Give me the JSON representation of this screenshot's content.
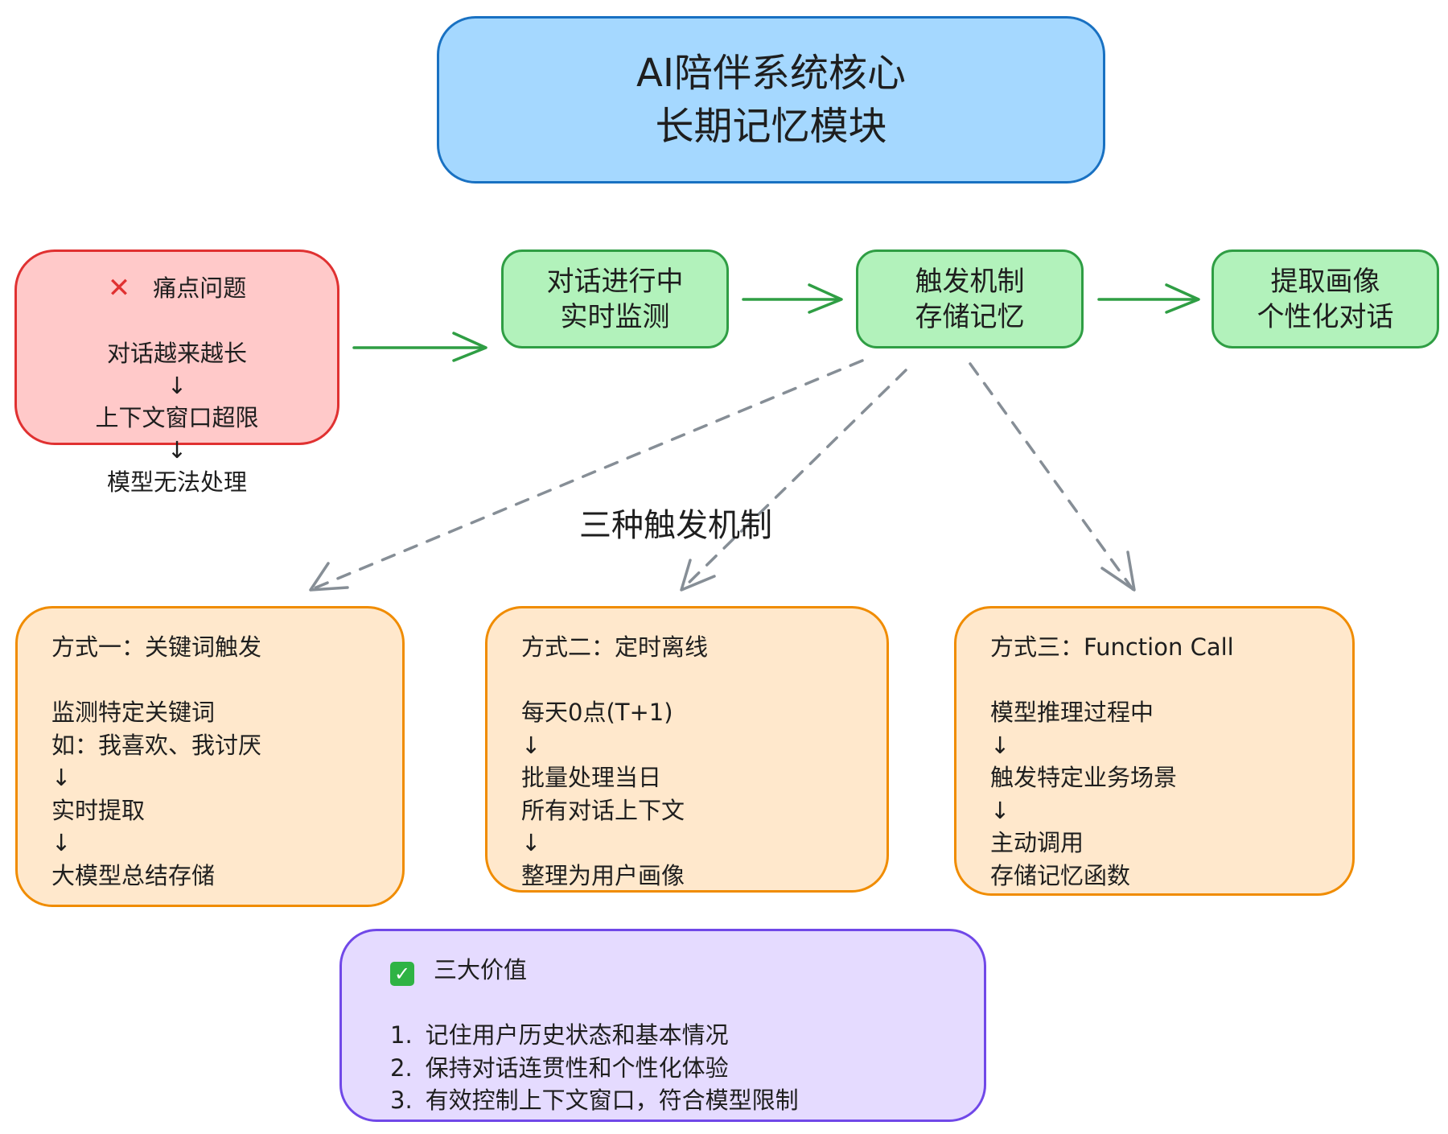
{
  "title": {
    "line1": "AI陪伴系统核心",
    "line2": "长期记忆模块"
  },
  "pain": {
    "heading": "痛点问题",
    "icon": "cross-mark-icon",
    "lines": [
      "对话越来越长",
      "↓",
      "上下文窗口超限",
      "↓",
      "模型无法处理"
    ]
  },
  "flow": [
    {
      "line1": "对话进行中",
      "line2": "实时监测"
    },
    {
      "line1": "触发机制",
      "line2": "存储记忆"
    },
    {
      "line1": "提取画像",
      "line2": "个性化对话"
    }
  ],
  "mechanisms_label": "三种触发机制",
  "methods": [
    {
      "title": "方式一：关键词触发",
      "lines": [
        "监测特定关键词",
        "如：我喜欢、我讨厌",
        "↓",
        "实时提取",
        "↓",
        "大模型总结存储"
      ]
    },
    {
      "title": "方式二：定时离线",
      "lines": [
        "每天0点(T+1)",
        "↓",
        "批量处理当日",
        "所有对话上下文",
        "↓",
        "整理为用户画像"
      ]
    },
    {
      "title": "方式三：Function Call",
      "lines": [
        "模型推理过程中",
        "↓",
        "触发特定业务场景",
        "↓",
        "主动调用",
        "存储记忆函数"
      ]
    }
  ],
  "values": {
    "heading": "三大价值",
    "icon": "check-mark-icon",
    "items": [
      {
        "num": "1.",
        "text": "记住用户历史状态和基本情况"
      },
      {
        "num": "2.",
        "text": "保持对话连贯性和个性化体验"
      },
      {
        "num": "3.",
        "text": "有效控制上下文窗口，符合模型限制"
      }
    ]
  },
  "colors": {
    "title_fill": "#a5d8ff",
    "title_stroke": "#1971c2",
    "pain_fill": "#ffc9c9",
    "pain_stroke": "#e03131",
    "flow_fill": "#b2f2bb",
    "flow_stroke": "#2f9e44",
    "method_fill": "#ffe8cc",
    "method_stroke": "#f08c00",
    "value_fill": "#e5dbff",
    "value_stroke": "#7048e8",
    "dashed_arrow": "#868e96"
  }
}
